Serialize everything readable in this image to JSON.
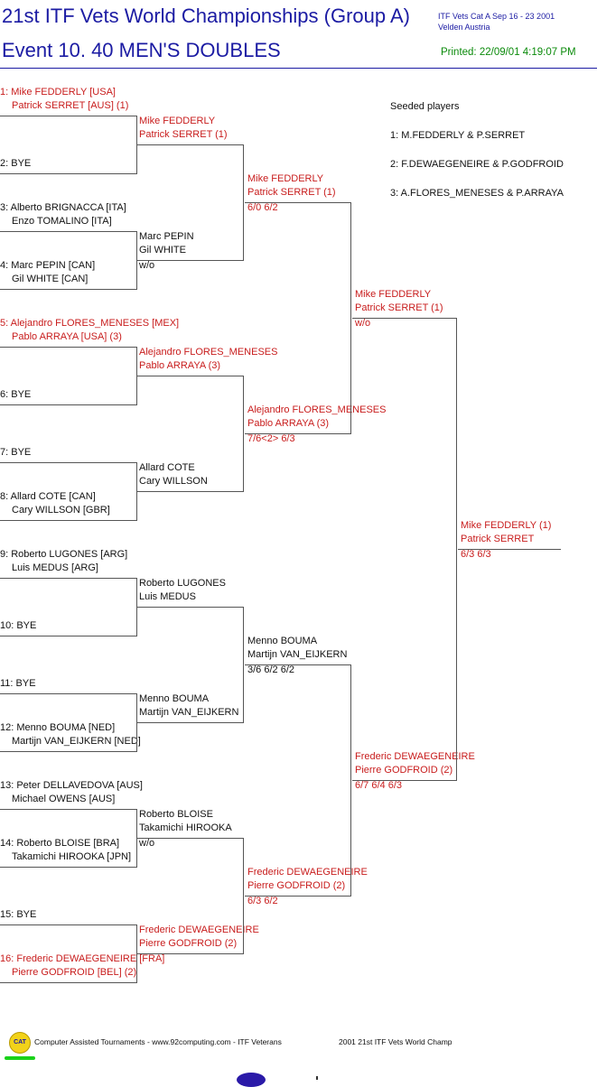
{
  "header": {
    "title": "21st ITF Vets World Championships (Group A)",
    "meta_line1": "ITF Vets Cat A   Sep 16 - 23 2001",
    "meta_line2": "Velden    Austria",
    "event": "Event 10. 40 MEN'S DOUBLES",
    "printed": "Printed: 22/09/01 4:19:07 PM"
  },
  "seeds": {
    "heading": "Seeded players",
    "items": [
      "1: M.FEDDERLY & P.SERRET",
      "2: F.DEWAEGENEIRE & P.GODFROID",
      "3: A.FLORES_MENESES & P.ARRAYA"
    ]
  },
  "round1": [
    {
      "a": "1: Mike FEDDERLY [USA]",
      "b": "Patrick SERRET [AUS] (1)",
      "red": true
    },
    {
      "a": "2: BYE",
      "b": "",
      "red": false
    },
    {
      "a": "3: Alberto BRIGNACCA [ITA]",
      "b": "Enzo TOMALINO [ITA]",
      "red": false
    },
    {
      "a": "4: Marc PEPIN [CAN]",
      "b": "Gil WHITE [CAN]",
      "red": false
    },
    {
      "a": "5: Alejandro FLORES_MENESES [MEX]",
      "b": "Pablo ARRAYA [USA] (3)",
      "red": true
    },
    {
      "a": "6: BYE",
      "b": "",
      "red": false
    },
    {
      "a": "7: BYE",
      "b": "",
      "red": false
    },
    {
      "a": "8: Allard COTE [CAN]",
      "b": "Cary WILLSON [GBR]",
      "red": false
    },
    {
      "a": "9: Roberto LUGONES [ARG]",
      "b": "Luis MEDUS [ARG]",
      "red": false
    },
    {
      "a": "10: BYE",
      "b": "",
      "red": false
    },
    {
      "a": "11: BYE",
      "b": "",
      "red": false
    },
    {
      "a": "12: Menno BOUMA [NED]",
      "b": "Martijn VAN_EIJKERN [NED]",
      "red": false
    },
    {
      "a": "13: Peter DELLAVEDOVA [AUS]",
      "b": "Michael OWENS [AUS]",
      "red": false
    },
    {
      "a": "14: Roberto BLOISE [BRA]",
      "b": "Takamichi HIROOKA [JPN]",
      "red": false
    },
    {
      "a": "15: BYE",
      "b": "",
      "red": false
    },
    {
      "a": "16: Frederic DEWAEGENEIRE [FRA]",
      "b": "Pierre GODFROID [BEL] (2)",
      "red": true
    }
  ],
  "round2": [
    {
      "a": "Mike FEDDERLY",
      "b": "Patrick SERRET (1)",
      "score": "",
      "red": true
    },
    {
      "a": "Marc PEPIN",
      "b": "Gil WHITE",
      "score": "w/o",
      "red": false
    },
    {
      "a": "Alejandro FLORES_MENESES",
      "b": "Pablo ARRAYA (3)",
      "score": "",
      "red": true
    },
    {
      "a": "Allard COTE",
      "b": "Cary WILLSON",
      "score": "",
      "red": false
    },
    {
      "a": "Roberto LUGONES",
      "b": "Luis MEDUS",
      "score": "",
      "red": false
    },
    {
      "a": "Menno BOUMA",
      "b": "Martijn VAN_EIJKERN",
      "score": "",
      "red": false
    },
    {
      "a": "Roberto BLOISE",
      "b": "Takamichi HIROOKA",
      "score": "w/o",
      "red": false
    },
    {
      "a": "Frederic DEWAEGENEIRE",
      "b": "Pierre GODFROID (2)",
      "score": "",
      "red": true
    }
  ],
  "round3": [
    {
      "a": "Mike FEDDERLY",
      "b": "Patrick SERRET (1)",
      "score": "6/0 6/2",
      "red": true
    },
    {
      "a": "Alejandro FLORES_MENESES",
      "b": "Pablo ARRAYA (3)",
      "score": "7/6<2> 6/3",
      "red": true
    },
    {
      "a": "Menno BOUMA",
      "b": "Martijn VAN_EIJKERN",
      "score": "3/6 6/2 6/2",
      "red": false
    },
    {
      "a": "Frederic DEWAEGENEIRE",
      "b": "Pierre GODFROID (2)",
      "score": "6/3 6/2",
      "red": true
    }
  ],
  "round4": [
    {
      "a": "Mike FEDDERLY",
      "b": "Patrick SERRET (1)",
      "score": "w/o",
      "red": true
    },
    {
      "a": "Frederic DEWAEGENEIRE",
      "b": "Pierre GODFROID (2)",
      "score": "6/7 6/4 6/3",
      "red": true
    }
  ],
  "final": {
    "a": "Mike FEDDERLY (1)",
    "b": "Patrick SERRET",
    "score": "6/3 6/3",
    "red": true
  },
  "footer": {
    "logo_text": "CAT",
    "left": "Computer Assisted Tournaments - www.92computing.com -  ITF Veterans",
    "right": "2001 21st ITF Vets World Champ"
  },
  "colors": {
    "red": "#c81c1c",
    "title": "#1b1ba3",
    "printed": "#0a8a0a"
  }
}
